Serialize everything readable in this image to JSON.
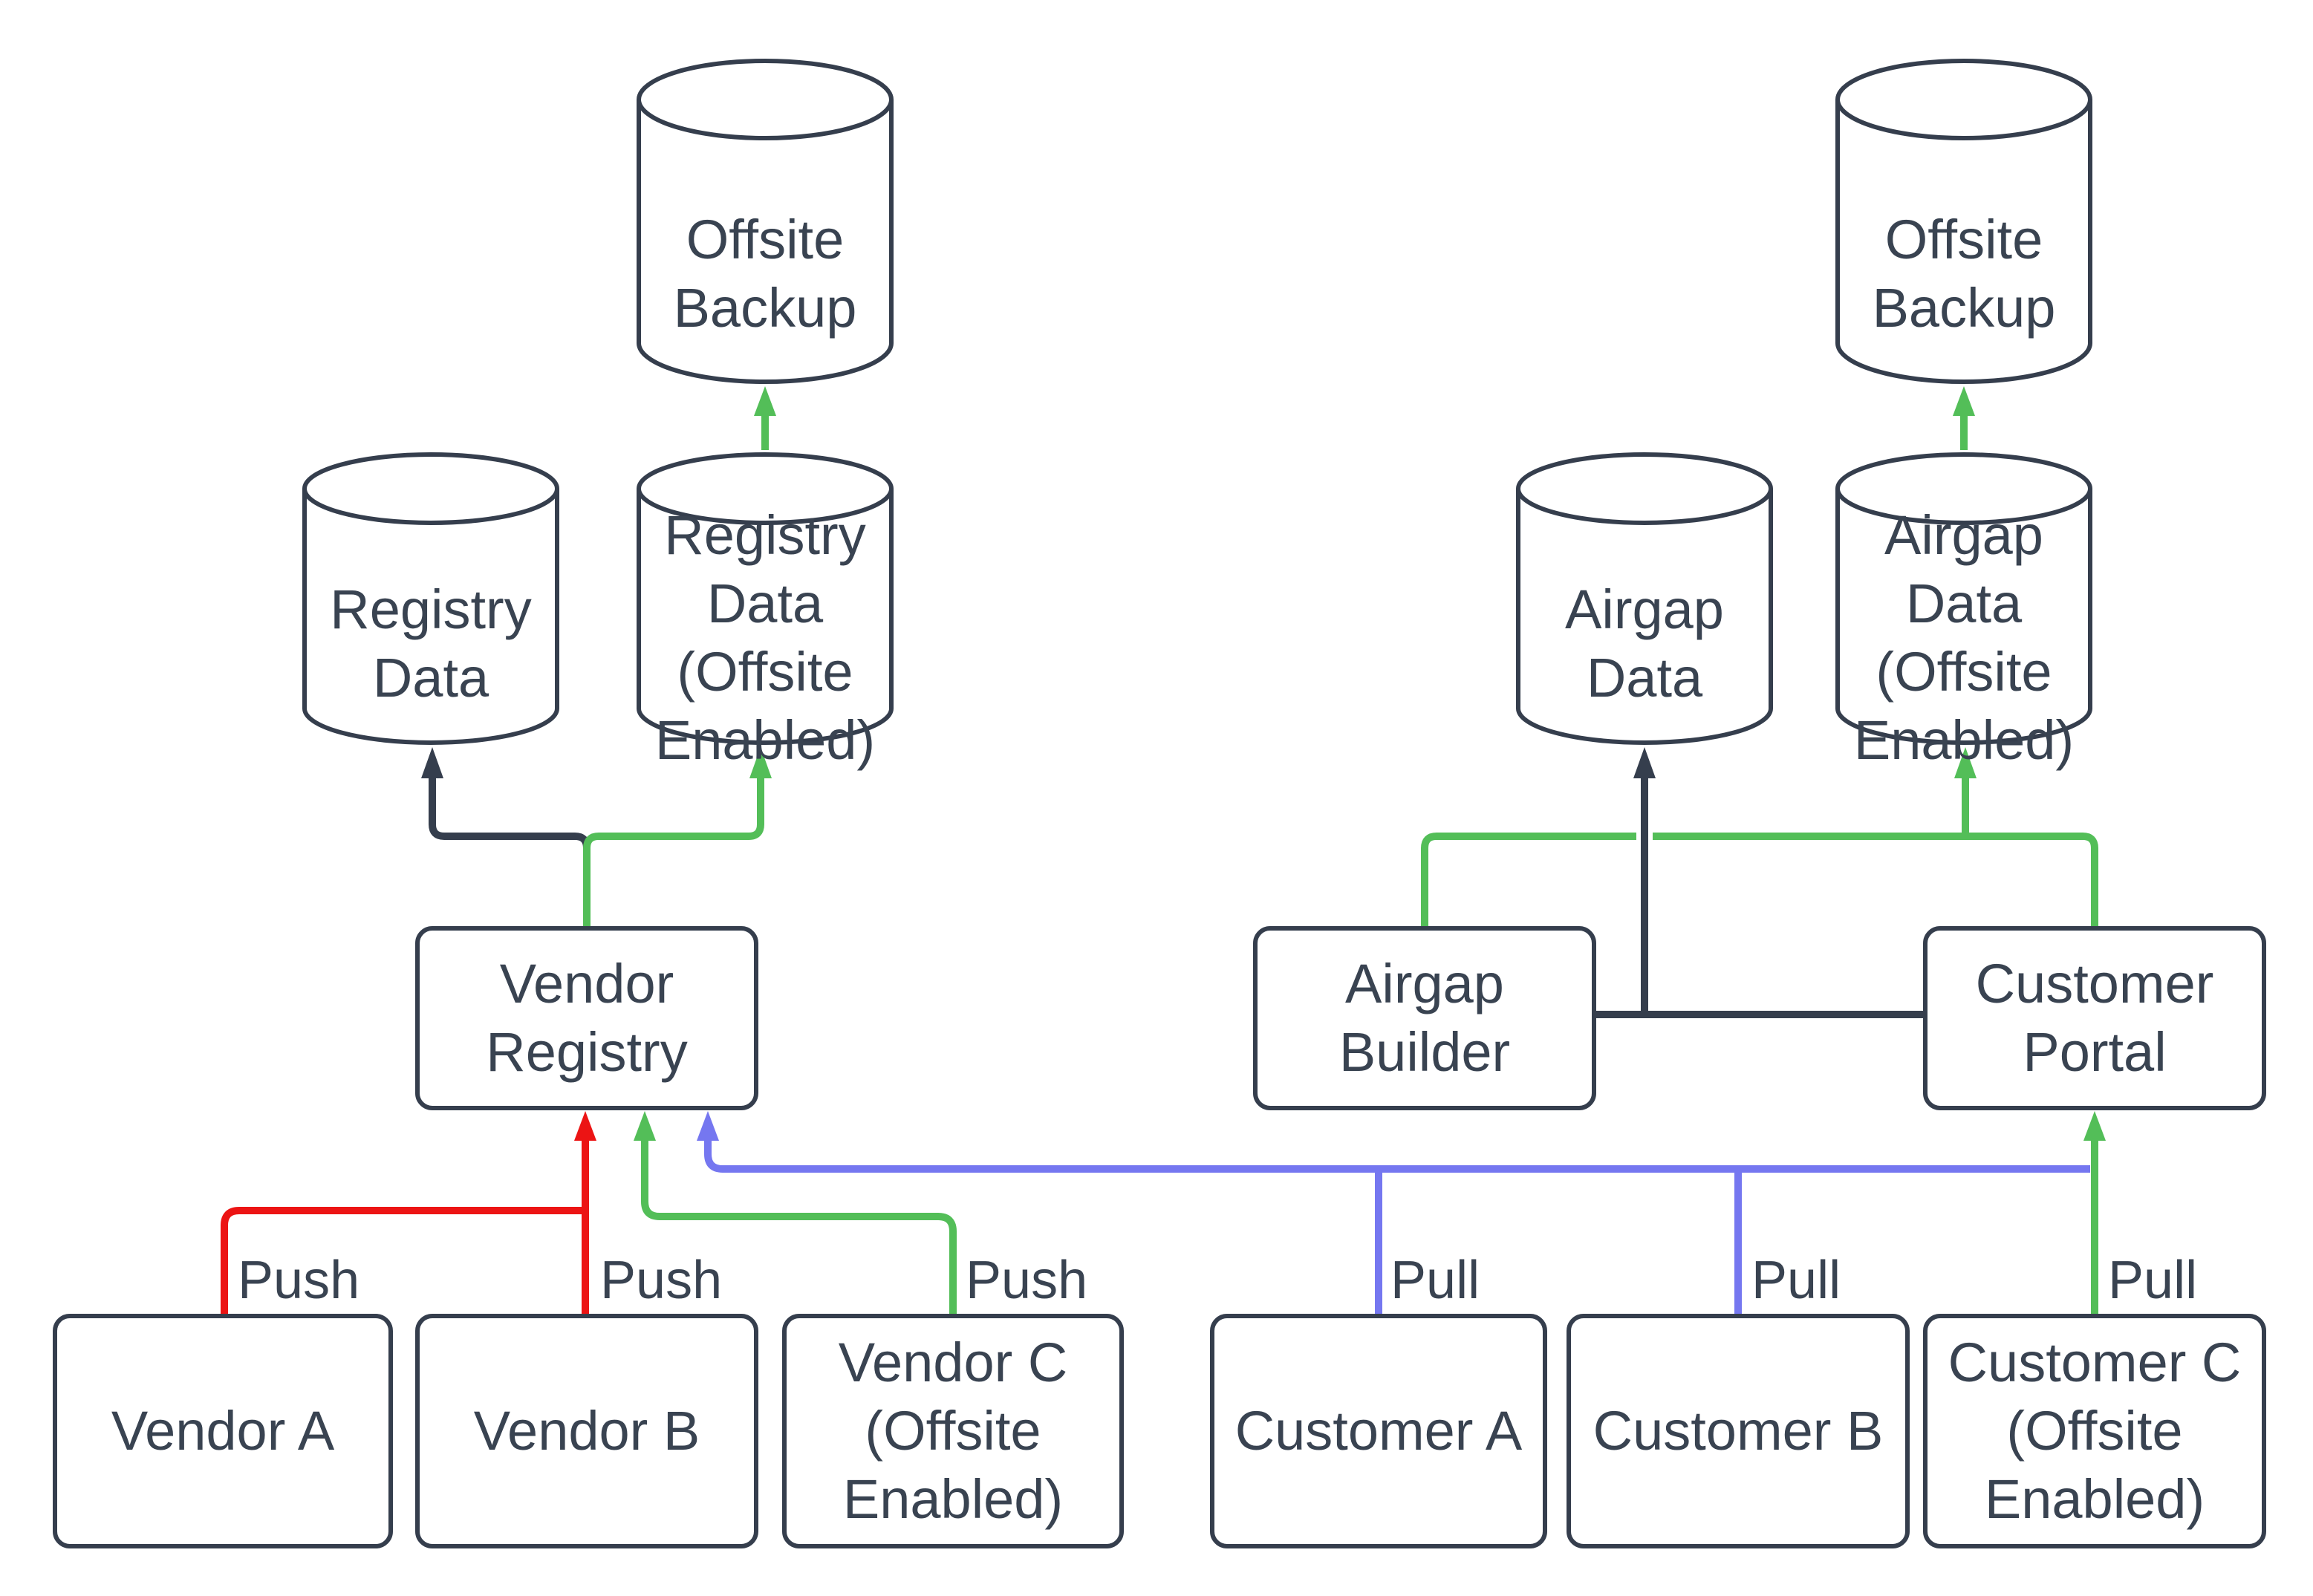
{
  "colors": {
    "dark": "#353E4D",
    "red": "#EC1414",
    "green": "#53BE58",
    "blue": "#7577F0"
  },
  "nodes": {
    "offsite_backup_left": {
      "type": "cylinder",
      "lines": [
        "Offsite",
        "Backup"
      ]
    },
    "registry_data": {
      "type": "cylinder",
      "lines": [
        "Registry",
        "Data"
      ]
    },
    "registry_data_offsite": {
      "type": "cylinder",
      "lines": [
        "Registry",
        "Data",
        "(Offsite",
        "Enabled)"
      ]
    },
    "vendor_registry": {
      "type": "box",
      "lines": [
        "Vendor",
        "Registry"
      ]
    },
    "vendor_a": {
      "type": "box",
      "lines": [
        "Vendor A"
      ]
    },
    "vendor_b": {
      "type": "box",
      "lines": [
        "Vendor B"
      ]
    },
    "vendor_c": {
      "type": "box",
      "lines": [
        "Vendor C",
        "(Offsite",
        "Enabled)"
      ]
    },
    "offsite_backup_right": {
      "type": "cylinder",
      "lines": [
        "Offsite",
        "Backup"
      ]
    },
    "airgap_data": {
      "type": "cylinder",
      "lines": [
        "Airgap",
        "Data"
      ]
    },
    "airgap_data_offsite": {
      "type": "cylinder",
      "lines": [
        "Airgap",
        "Data",
        "(Offsite",
        "Enabled)"
      ]
    },
    "airgap_builder": {
      "type": "box",
      "lines": [
        "Airgap",
        "Builder"
      ]
    },
    "customer_portal": {
      "type": "box",
      "lines": [
        "Customer",
        "Portal"
      ]
    },
    "customer_a": {
      "type": "box",
      "lines": [
        "Customer A"
      ]
    },
    "customer_b": {
      "type": "box",
      "lines": [
        "Customer B"
      ]
    },
    "customer_c": {
      "type": "box",
      "lines": [
        "Customer C",
        "(Offsite",
        "Enabled)"
      ]
    }
  },
  "edge_labels": {
    "push": [
      "Push",
      "Push",
      "Push"
    ],
    "pull": [
      "Pull",
      "Pull",
      "Pull"
    ]
  }
}
